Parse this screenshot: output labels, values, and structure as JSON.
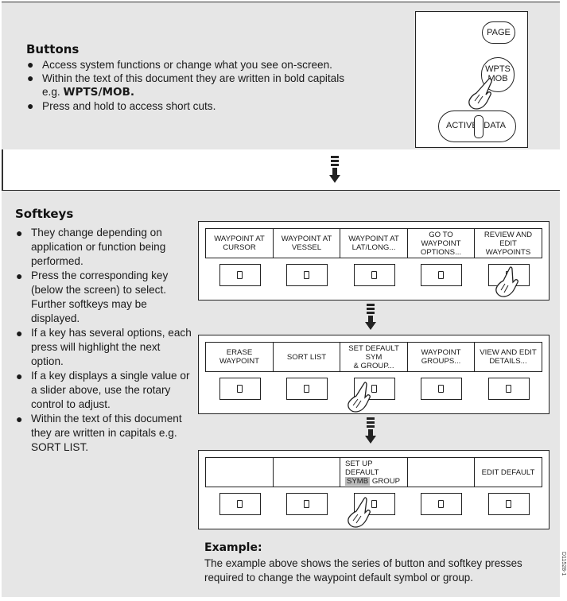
{
  "buttons_section": {
    "title": "Buttons",
    "bullets": [
      "Access system functions or change what you see on-screen.",
      "Within the text of this document they are written in bold capitals",
      "Press and hold to access short cuts."
    ],
    "bullet2_cont_prefix": "e.g. ",
    "bullet2_cont_bold": "WPTS/MOB.",
    "hw_keys": {
      "page": "PAGE",
      "wpts_line1": "WPTS",
      "wpts_line2": "MOB",
      "active": "ACTIVE",
      "data": "DATA"
    }
  },
  "softkeys_section": {
    "title": "Softkeys",
    "bullets": [
      "They change depending on application or function being performed.",
      "Press the corresponding key (below the screen) to select. Further softkeys may be displayed.",
      "If a key has several options, each press will highlight the next option.",
      "If a key displays a single value or a slider above, use the rotary control to adjust.",
      "Within the text of this document they are written in capitals e.g. SORT LIST."
    ],
    "screen1": {
      "softkeys": [
        {
          "l1": "WAYPOINT AT",
          "l2": "CURSOR"
        },
        {
          "l1": "WAYPOINT AT",
          "l2": "VESSEL"
        },
        {
          "l1": "WAYPOINT AT",
          "l2": "LAT/LONG..."
        },
        {
          "l1": "GO TO WAYPOINT",
          "l2": "OPTIONS..."
        },
        {
          "l1": "REVIEW AND EDIT",
          "l2": "WAYPOINTS"
        }
      ]
    },
    "screen2": {
      "softkeys": [
        {
          "l1": "ERASE WAYPOINT",
          "l2": ""
        },
        {
          "l1": "SORT LIST",
          "l2": ""
        },
        {
          "l1": "SET DEFAULT SYM",
          "l2": "& GROUP..."
        },
        {
          "l1": "WAYPOINT",
          "l2": "GROUPS..."
        },
        {
          "l1": "VIEW AND EDIT",
          "l2": "DETAILS..."
        }
      ]
    },
    "screen3": {
      "softkeys": [
        {
          "l1": "",
          "l2": ""
        },
        {
          "l1": "",
          "l2": ""
        },
        {
          "l1": "SET UP DEFAULT",
          "l2_highlight": "SYMB",
          "l2_rest": "GROUP"
        },
        {
          "l1": "",
          "l2": ""
        },
        {
          "l1": "EDIT DEFAULT",
          "l2": ""
        }
      ]
    },
    "example_title": "Example:",
    "example_line1": "The example above shows the series of button and softkey presses",
    "example_line2": "required to change the waypoint default symbol or group."
  },
  "figure_code": "D11528-1"
}
